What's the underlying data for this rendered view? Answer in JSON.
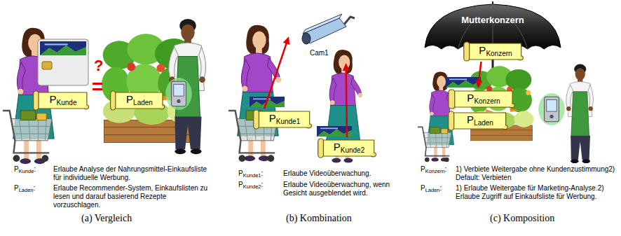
{
  "diagram": {
    "nodes": [
      {
        "text": [
          "P",
          "Kunde"
        ]
      },
      {
        "text": [
          "P",
          "Laden"
        ]
      },
      {
        "text": [
          "P",
          "Kunde1"
        ]
      },
      {
        "text": [
          "P",
          "Kunde2"
        ]
      },
      {
        "text": [
          "Cam1"
        ]
      },
      {
        "text": [
          "Mutterkonzern"
        ]
      },
      {
        "text": [
          "P",
          "Konzern"
        ]
      },
      {
        "text": [
          "P",
          "Konzern"
        ]
      },
      {
        "text": [
          "P",
          "Laden"
        ]
      }
    ],
    "edges": [
      {
        "from": 2,
        "to": 4,
        "arrow": "to"
      },
      {
        "from": 3,
        "to": 4,
        "arrow": "to"
      },
      {
        "from": 6,
        "to": 7,
        "arrow": "to"
      }
    ],
    "labels": [
      "?",
      "=",
      "P",
      "Kunde",
      ":",
      "Erlaube Analyse der Nahrungsmittel-Einkaufsliste für individuelle Werbung.",
      "P",
      "Laden",
      ":",
      "Erlaube Recommender-System, Einkaufslisten zu lesen und darauf basierend Rezepte vorzuschlagen.",
      "(a) Vergleich",
      "P",
      "Kunde1",
      ":",
      "Erlaube Videoüberwachung.",
      "P",
      "Kunde2",
      ":",
      "Erlaube Videoüberwachung, wenn Gesicht ausgeblendet wird.",
      "(b) Kombination",
      "P",
      "Konzern",
      ":",
      "1) Verbiete Weitergabe ohne Kundenzustimmung",
      "2) Default: Verbieten",
      "P",
      "Laden",
      ":",
      "1) Erlaube Weitergabe für Marketing-Analyse.",
      "2) Erlaube Zugriff auf Einkaufsliste für Werbung.",
      "(c) Komposition"
    ]
  }
}
